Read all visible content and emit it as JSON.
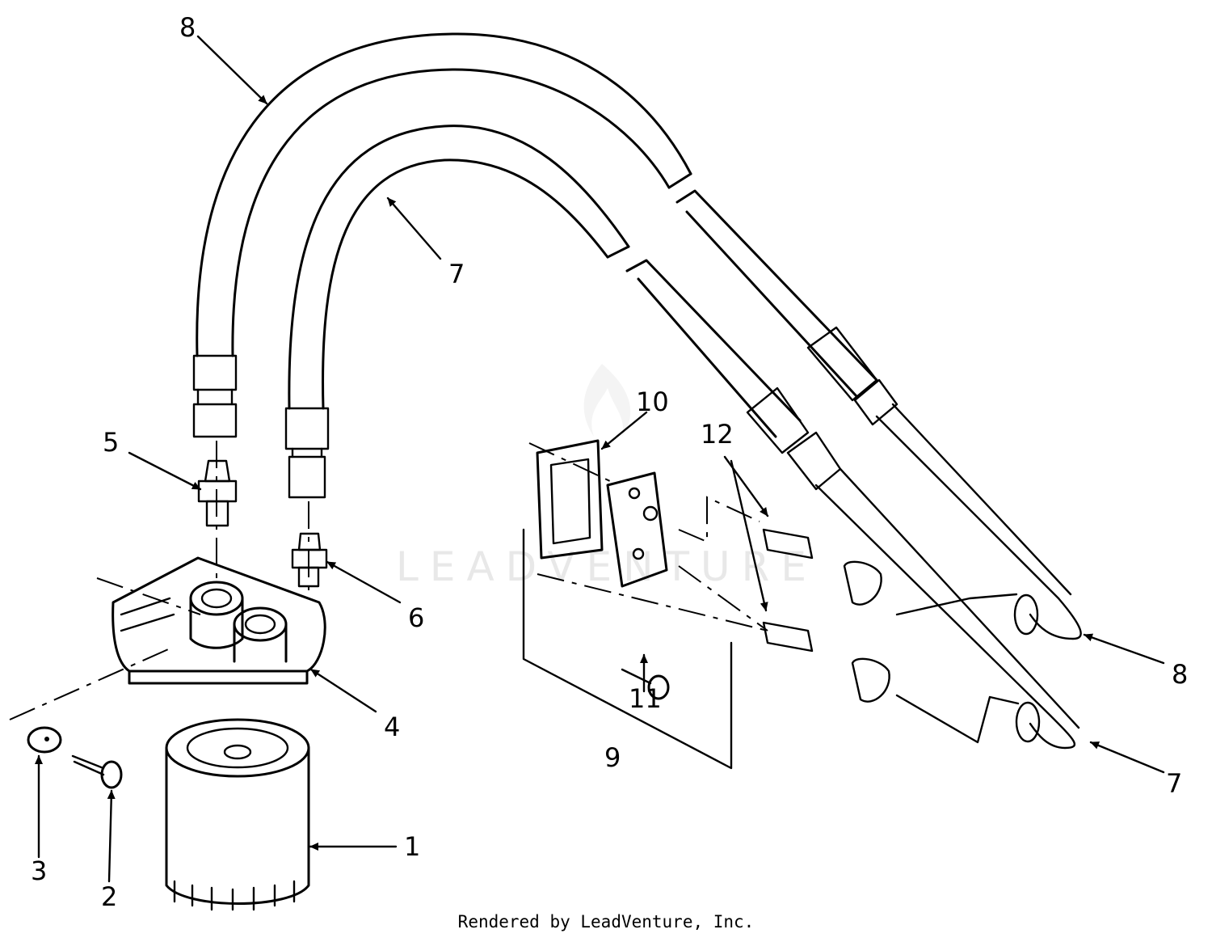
{
  "diagram": {
    "watermark": "LEADVENTURE",
    "footer": "Rendered by LeadVenture, Inc.",
    "callouts": [
      {
        "id": "c1",
        "label": "1"
      },
      {
        "id": "c2",
        "label": "2"
      },
      {
        "id": "c3",
        "label": "3"
      },
      {
        "id": "c4",
        "label": "4"
      },
      {
        "id": "c5",
        "label": "5"
      },
      {
        "id": "c6",
        "label": "6"
      },
      {
        "id": "c7a",
        "label": "7"
      },
      {
        "id": "c7b",
        "label": "7"
      },
      {
        "id": "c8a",
        "label": "8"
      },
      {
        "id": "c8b",
        "label": "8"
      },
      {
        "id": "c9",
        "label": "9"
      },
      {
        "id": "c10",
        "label": "10"
      },
      {
        "id": "c11",
        "label": "11"
      },
      {
        "id": "c12",
        "label": "12"
      }
    ]
  }
}
